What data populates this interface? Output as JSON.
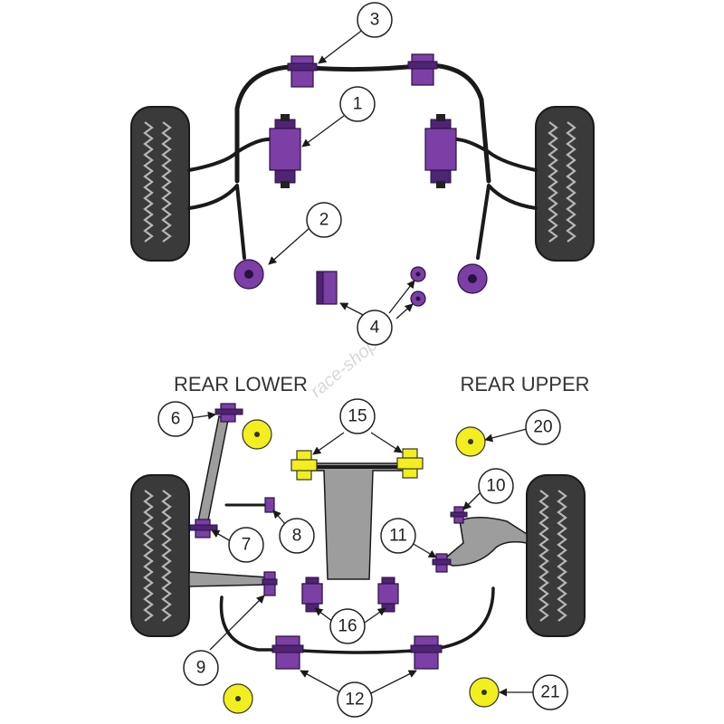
{
  "sections": {
    "rear_lower": "REAR LOWER",
    "rear_upper": "REAR UPPER"
  },
  "watermark": "race-shop",
  "callouts": {
    "c1": "1",
    "c2": "2",
    "c3": "3",
    "c4": "4",
    "c6": "6",
    "c7": "7",
    "c8": "8",
    "c9": "9",
    "c10": "10",
    "c11": "11",
    "c12": "12",
    "c15": "15",
    "c16": "16",
    "c20": "20",
    "c21": "21"
  },
  "colors": {
    "bush_purple": "#7b3fa6",
    "bush_yellow": "#f2ee1f",
    "arm_grey": "#9d9d9d",
    "tyre": "#3a3a3a"
  },
  "icons": {
    "bush": "polyurethane-bush-icon",
    "wheel": "tyre-icon"
  }
}
